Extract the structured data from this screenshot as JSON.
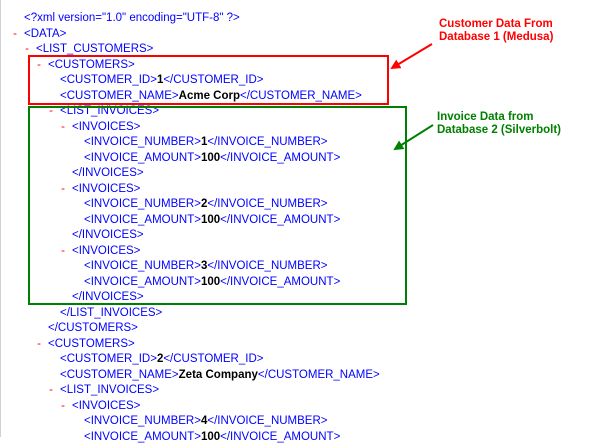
{
  "colors": {
    "markup": "#0000ff",
    "toggle": "#ff0000",
    "value": "#000000",
    "red_annotation": "#ff0000",
    "green_annotation": "#008000"
  },
  "toggle_symbol": "-",
  "lines": [
    {
      "level": 0,
      "toggle": false,
      "kind": "pi",
      "text": "<?xml version=\"1.0\" encoding=\"UTF-8\" ?>"
    },
    {
      "level": 0,
      "toggle": true,
      "kind": "tag",
      "text": "<DATA>"
    },
    {
      "level": 1,
      "toggle": true,
      "kind": "tag",
      "text": "<LIST_CUSTOMERS>"
    },
    {
      "level": 2,
      "toggle": true,
      "kind": "tag",
      "text": "<CUSTOMERS>"
    },
    {
      "level": 3,
      "toggle": false,
      "kind": "element",
      "open": "<CUSTOMER_ID>",
      "value": "1",
      "close": "</CUSTOMER_ID>"
    },
    {
      "level": 3,
      "toggle": false,
      "kind": "element",
      "open": "<CUSTOMER_NAME>",
      "value": "Acme Corp",
      "close": "</CUSTOMER_NAME>"
    },
    {
      "level": 3,
      "toggle": true,
      "kind": "tag",
      "text": "<LIST_INVOICES>"
    },
    {
      "level": 4,
      "toggle": true,
      "kind": "tag",
      "text": "<INVOICES>"
    },
    {
      "level": 5,
      "toggle": false,
      "kind": "element",
      "open": "<INVOICE_NUMBER>",
      "value": "1",
      "close": "</INVOICE_NUMBER>"
    },
    {
      "level": 5,
      "toggle": false,
      "kind": "element",
      "open": "<INVOICE_AMOUNT>",
      "value": "100",
      "close": "</INVOICE_AMOUNT>"
    },
    {
      "level": 4,
      "toggle": false,
      "kind": "tag",
      "text": "</INVOICES>"
    },
    {
      "level": 4,
      "toggle": true,
      "kind": "tag",
      "text": "<INVOICES>"
    },
    {
      "level": 5,
      "toggle": false,
      "kind": "element",
      "open": "<INVOICE_NUMBER>",
      "value": "2",
      "close": "</INVOICE_NUMBER>"
    },
    {
      "level": 5,
      "toggle": false,
      "kind": "element",
      "open": "<INVOICE_AMOUNT>",
      "value": "100",
      "close": "</INVOICE_AMOUNT>"
    },
    {
      "level": 4,
      "toggle": false,
      "kind": "tag",
      "text": "</INVOICES>"
    },
    {
      "level": 4,
      "toggle": true,
      "kind": "tag",
      "text": "<INVOICES>"
    },
    {
      "level": 5,
      "toggle": false,
      "kind": "element",
      "open": "<INVOICE_NUMBER>",
      "value": "3",
      "close": "</INVOICE_NUMBER>"
    },
    {
      "level": 5,
      "toggle": false,
      "kind": "element",
      "open": "<INVOICE_AMOUNT>",
      "value": "100",
      "close": "</INVOICE_AMOUNT>"
    },
    {
      "level": 4,
      "toggle": false,
      "kind": "tag",
      "text": "</INVOICES>"
    },
    {
      "level": 3,
      "toggle": false,
      "kind": "tag",
      "text": "</LIST_INVOICES>"
    },
    {
      "level": 2,
      "toggle": false,
      "kind": "tag",
      "text": "</CUSTOMERS>"
    },
    {
      "level": 2,
      "toggle": true,
      "kind": "tag",
      "text": "<CUSTOMERS>"
    },
    {
      "level": 3,
      "toggle": false,
      "kind": "element",
      "open": "<CUSTOMER_ID>",
      "value": "2",
      "close": "</CUSTOMER_ID>"
    },
    {
      "level": 3,
      "toggle": false,
      "kind": "element",
      "open": "<CUSTOMER_NAME>",
      "value": "Zeta Company",
      "close": "</CUSTOMER_NAME>"
    },
    {
      "level": 3,
      "toggle": true,
      "kind": "tag",
      "text": "<LIST_INVOICES>"
    },
    {
      "level": 4,
      "toggle": true,
      "kind": "tag",
      "text": "<INVOICES>"
    },
    {
      "level": 5,
      "toggle": false,
      "kind": "element",
      "open": "<INVOICE_NUMBER>",
      "value": "4",
      "close": "</INVOICE_NUMBER>"
    },
    {
      "level": 5,
      "toggle": false,
      "kind": "element",
      "open": "<INVOICE_AMOUNT>",
      "value": "100",
      "close": "</INVOICE_AMOUNT>"
    }
  ],
  "annotations": {
    "customer": {
      "line1": "Customer Data From",
      "line2": "Database 1 (Medusa)"
    },
    "invoice": {
      "line1": "Invoice Data from",
      "line2": "Database 2 (Silverbolt)"
    }
  }
}
